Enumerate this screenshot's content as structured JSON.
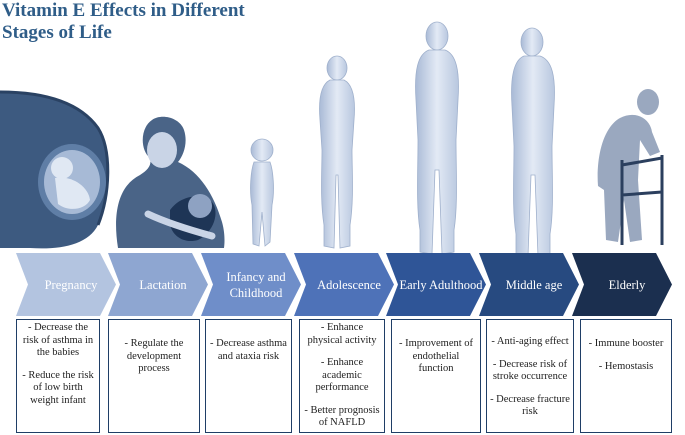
{
  "title_line1": "Vitamin E Effects in Different",
  "title_line2": "Stages of Life",
  "stages": [
    {
      "label": "Pregnancy",
      "color": "#b3c4e0",
      "items": [
        "- Decrease the risk of asthma in the babies",
        "- Reduce the risk of low birth weight infant"
      ]
    },
    {
      "label": "Lactation",
      "color": "#8ea6d1",
      "items": [
        "- Regulate the development process"
      ]
    },
    {
      "label": "Infancy and Childhood",
      "color": "#6f8ec9",
      "items": [
        "- Decrease asthma and ataxia risk"
      ]
    },
    {
      "label": "Adolescence",
      "color": "#4e72b8",
      "items": [
        "- Enhance physical activity",
        "- Enhance academic performance",
        "- Better prognosis of NAFLD"
      ]
    },
    {
      "label": "Early Adulthood",
      "color": "#2f5597",
      "items": [
        "- Improvement of endothelial function"
      ]
    },
    {
      "label": "Middle age",
      "color": "#274a80",
      "items": [
        "- Anti-aging effect",
        "- Decrease risk of stroke occurrence",
        "- Decrease fracture risk"
      ]
    },
    {
      "label": "Elderly",
      "color": "#1b2f4f",
      "items": [
        "- Immune booster",
        "- Hemostasis"
      ]
    }
  ]
}
